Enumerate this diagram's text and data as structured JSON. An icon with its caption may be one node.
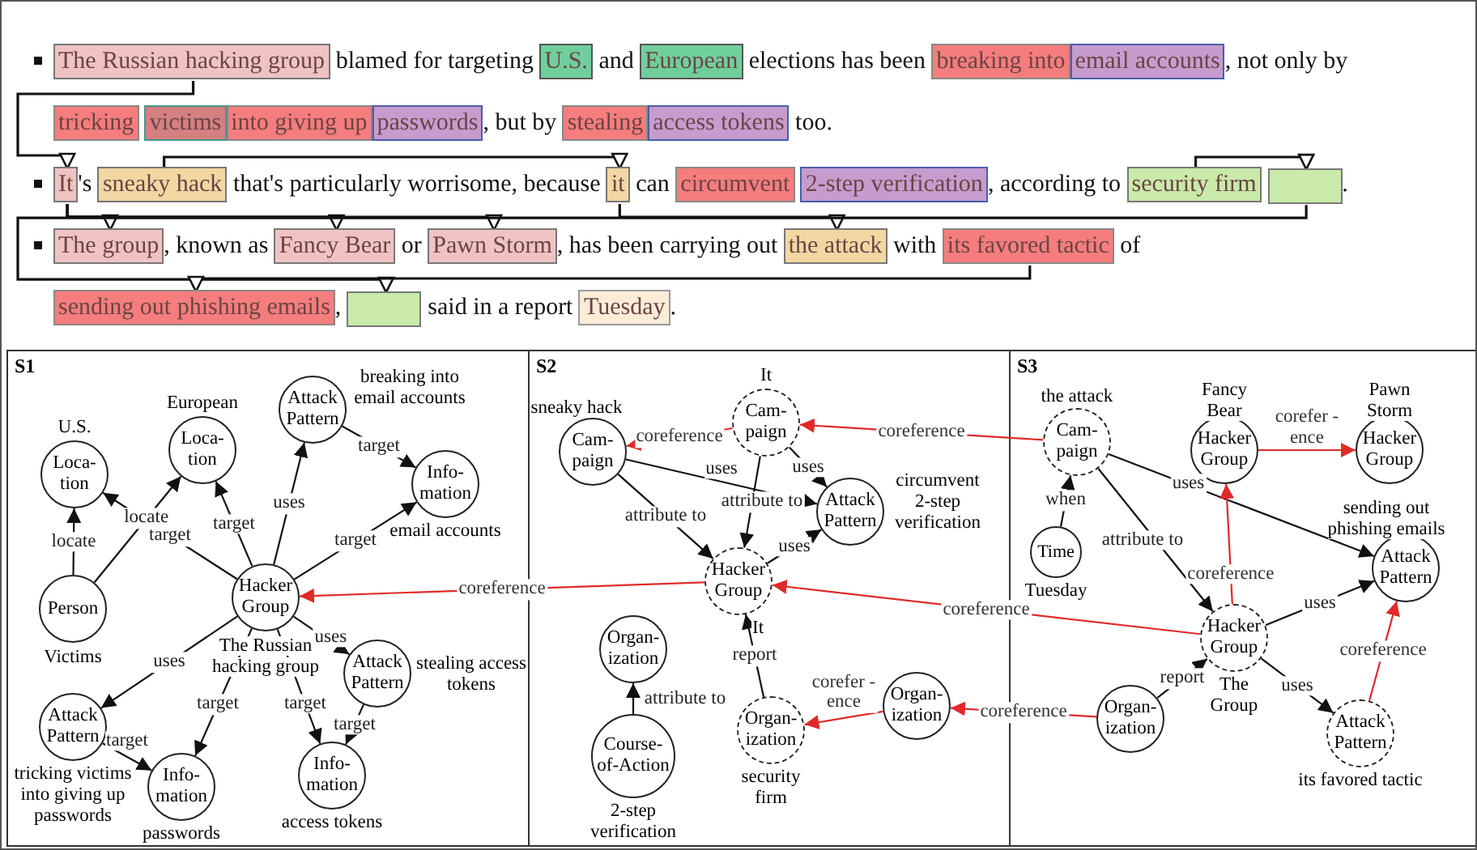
{
  "diagram": {
    "nodes": [
      {
        "text": [
          "The Russian hacking group"
        ]
      },
      {
        "text": [
          "U.S."
        ]
      },
      {
        "text": [
          "European"
        ]
      },
      {
        "text": [
          "breaking into"
        ]
      },
      {
        "text": [
          "email accounts"
        ]
      },
      {
        "text": [
          "tricking"
        ]
      },
      {
        "text": [
          "victims"
        ]
      },
      {
        "text": [
          "into giving up"
        ]
      },
      {
        "text": [
          "passwords"
        ]
      },
      {
        "text": [
          "stealing"
        ]
      },
      {
        "text": [
          "access tokens"
        ]
      },
      {
        "text": [
          "It"
        ]
      },
      {
        "text": [
          "sneaky hack"
        ]
      },
      {
        "text": [
          "it"
        ]
      },
      {
        "text": [
          "circumvent"
        ]
      },
      {
        "text": [
          "2-step verification"
        ]
      },
      {
        "text": [
          "security firm"
        ]
      },
      {
        "text": [],
        "shape": "box"
      },
      {
        "text": [
          "The group"
        ]
      },
      {
        "text": [
          "Fancy Bear"
        ]
      },
      {
        "text": [
          "Pawn Storm"
        ]
      },
      {
        "text": [
          "the attack"
        ]
      },
      {
        "text": [
          "its favored tactic"
        ]
      },
      {
        "text": [
          "sending out phishing emails"
        ]
      },
      {
        "text": [],
        "shape": "box"
      },
      {
        "text": [
          "Tuesday"
        ]
      },
      {
        "text": [
          "S1"
        ]
      },
      {
        "text": [
          "S2"
        ]
      },
      {
        "text": [
          "S3"
        ]
      },
      {
        "text": [
          "Loca- tion"
        ],
        "in": 26,
        "beside": [
          "U.S."
        ]
      },
      {
        "text": [
          "Loca- tion"
        ],
        "in": 26,
        "beside": [
          "European"
        ]
      },
      {
        "text": [
          "Attack Pattern"
        ],
        "in": 26,
        "beside": [
          "breaking into email accounts"
        ]
      },
      {
        "text": [
          "Info- mation"
        ],
        "in": 26,
        "beside": [
          "email accounts"
        ]
      },
      {
        "text": [
          "Person"
        ],
        "in": 26,
        "beside": [
          "Victims"
        ]
      },
      {
        "text": [
          "Hacker Group"
        ],
        "in": 26,
        "beside": [
          "The Russian hacking group"
        ]
      },
      {
        "text": [
          "Attack Pattern"
        ],
        "in": 26,
        "beside": [
          "stealing access tokens"
        ]
      },
      {
        "text": [
          "Attack Pattern"
        ],
        "in": 26,
        "beside": [
          "tricking victims into giving up passwords"
        ]
      },
      {
        "text": [
          "Info- mation"
        ],
        "in": 26,
        "beside": [
          "passwords"
        ]
      },
      {
        "text": [
          "Info- mation"
        ],
        "in": 26,
        "beside": [
          "access tokens"
        ]
      },
      {
        "text": [
          "Cam- paign"
        ],
        "in": 27,
        "beside": [
          "It"
        ]
      },
      {
        "text": [
          "Cam- paign"
        ],
        "in": 27,
        "beside": [
          "sneaky hack"
        ]
      },
      {
        "text": [
          "Attack Pattern"
        ],
        "in": 27,
        "beside": [
          "circumvent 2-step verification"
        ]
      },
      {
        "text": [
          "Hacker Group"
        ],
        "in": 27,
        "beside": [
          "It"
        ]
      },
      {
        "text": [
          "Organ- ization"
        ],
        "in": 27
      },
      {
        "text": [
          "Course- of-Action"
        ],
        "in": 27,
        "beside": [
          "2-step verification"
        ]
      },
      {
        "text": [
          "Organ- ization"
        ],
        "in": 27,
        "beside": [
          "security firm"
        ]
      },
      {
        "text": [
          "Organ- ization"
        ],
        "in": 27
      },
      {
        "text": [
          "Cam- paign"
        ],
        "in": 28,
        "beside": [
          "the attack"
        ]
      },
      {
        "text": [
          "Hacker Group"
        ],
        "in": 28,
        "beside": [
          "Fancy Bear"
        ]
      },
      {
        "text": [
          "Hacker Group"
        ],
        "in": 28,
        "beside": [
          "Pawn Storm"
        ]
      },
      {
        "text": [
          "Attack Pattern"
        ],
        "in": 28,
        "beside": [
          "sending out phishing emails"
        ]
      },
      {
        "text": [
          "Time"
        ],
        "in": 28,
        "beside": [
          "Tuesday"
        ]
      },
      {
        "text": [
          "Hacker Group"
        ],
        "in": 28,
        "beside": [
          "The Group"
        ]
      },
      {
        "text": [
          "Organ- ization"
        ],
        "in": 28
      },
      {
        "text": [
          "Attack Pattern"
        ],
        "in": 28,
        "beside": [
          "its favored tactic"
        ]
      }
    ],
    "edges": [
      {
        "from": 0,
        "to": 11,
        "arrow": "to"
      },
      {
        "from": 11,
        "to": 18,
        "arrow": "to"
      },
      {
        "from": 11,
        "to": 19,
        "arrow": "to"
      },
      {
        "from": 11,
        "to": 20,
        "arrow": "to"
      },
      {
        "from": 12,
        "to": 13,
        "arrow": "to"
      },
      {
        "from": 13,
        "to": 21,
        "arrow": "to"
      },
      {
        "from": 16,
        "to": 17,
        "arrow": "to"
      },
      {
        "from": 17,
        "to": 24,
        "arrow": "to"
      },
      {
        "from": 22,
        "to": 23,
        "arrow": "to"
      },
      {
        "from": 33,
        "to": 29,
        "arrow": "to",
        "label": "locate"
      },
      {
        "from": 33,
        "to": 30,
        "arrow": "to",
        "label": "locate"
      },
      {
        "from": 34,
        "to": 29,
        "arrow": "to",
        "label": "target"
      },
      {
        "from": 34,
        "to": 30,
        "arrow": "to",
        "label": "target"
      },
      {
        "from": 34,
        "to": 31,
        "arrow": "to",
        "label": "uses"
      },
      {
        "from": 34,
        "to": 32,
        "arrow": "to",
        "label": "target"
      },
      {
        "from": 31,
        "to": 32,
        "arrow": "to",
        "label": "target"
      },
      {
        "from": 34,
        "to": 36,
        "arrow": "to",
        "label": "uses"
      },
      {
        "from": 34,
        "to": 37,
        "arrow": "to",
        "label": "target"
      },
      {
        "from": 34,
        "to": 38,
        "arrow": "to",
        "label": "target"
      },
      {
        "from": 34,
        "to": 35,
        "arrow": "to",
        "label": "uses"
      },
      {
        "from": 36,
        "to": 37,
        "arrow": "to",
        "label": "target"
      },
      {
        "from": 35,
        "to": 38,
        "arrow": "to",
        "label": "target"
      },
      {
        "from": 42,
        "to": 34,
        "arrow": "to",
        "label": "coreference",
        "color": "#e02a2a"
      },
      {
        "from": 39,
        "to": 40,
        "arrow": "to",
        "label": "coreference",
        "color": "#e02a2a"
      },
      {
        "from": 40,
        "to": 41,
        "arrow": "to",
        "label": "uses"
      },
      {
        "from": 40,
        "to": 42,
        "arrow": "to",
        "label": "attribute to"
      },
      {
        "from": 39,
        "to": 42,
        "arrow": "to",
        "label": "attribute to"
      },
      {
        "from": 39,
        "to": 41,
        "arrow": "to",
        "label": "uses"
      },
      {
        "from": 42,
        "to": 41,
        "arrow": "to",
        "label": "uses"
      },
      {
        "from": 45,
        "to": 42,
        "arrow": "to",
        "label": "report"
      },
      {
        "from": 44,
        "to": 43,
        "arrow": "to",
        "label": "attribute to"
      },
      {
        "from": 46,
        "to": 45,
        "arrow": "to",
        "label": "corefer -ence",
        "color": "#e02a2a"
      },
      {
        "from": 47,
        "to": 39,
        "arrow": "to",
        "label": "coreference",
        "color": "#e02a2a"
      },
      {
        "from": 52,
        "to": 42,
        "arrow": "to",
        "label": "coreference",
        "color": "#e02a2a"
      },
      {
        "from": 53,
        "to": 46,
        "arrow": "to",
        "label": "coreference",
        "color": "#e02a2a"
      },
      {
        "from": 51,
        "to": 47,
        "arrow": "to",
        "label": "when"
      },
      {
        "from": 47,
        "to": 50,
        "arrow": "to",
        "label": "uses"
      },
      {
        "from": 47,
        "to": 52,
        "arrow": "to",
        "label": "attribute to"
      },
      {
        "from": 48,
        "to": 49,
        "arrow": "to",
        "label": "corefer -ence",
        "color": "#e02a2a"
      },
      {
        "from": 52,
        "to": 48,
        "arrow": "to",
        "label": "coreference",
        "color": "#e02a2a"
      },
      {
        "from": 52,
        "to": 50,
        "arrow": "to",
        "label": "uses"
      },
      {
        "from": 52,
        "to": 54,
        "arrow": "to",
        "label": "uses"
      },
      {
        "from": 54,
        "to": 50,
        "arrow": "to",
        "label": "coreference",
        "color": "#e02a2a"
      },
      {
        "from": 53,
        "to": 52,
        "arrow": "to",
        "label": "report"
      }
    ],
    "labels": [
      "blamed for targeting",
      "and",
      "elections has been",
      ", not only by",
      ", but by",
      "too.",
      "'s",
      "that's particularly worrisome, because",
      "can",
      ", according to",
      ".",
      ", known as",
      "or",
      ", has been carrying out",
      "with",
      "of",
      ",",
      "said in a report",
      "."
    ]
  }
}
